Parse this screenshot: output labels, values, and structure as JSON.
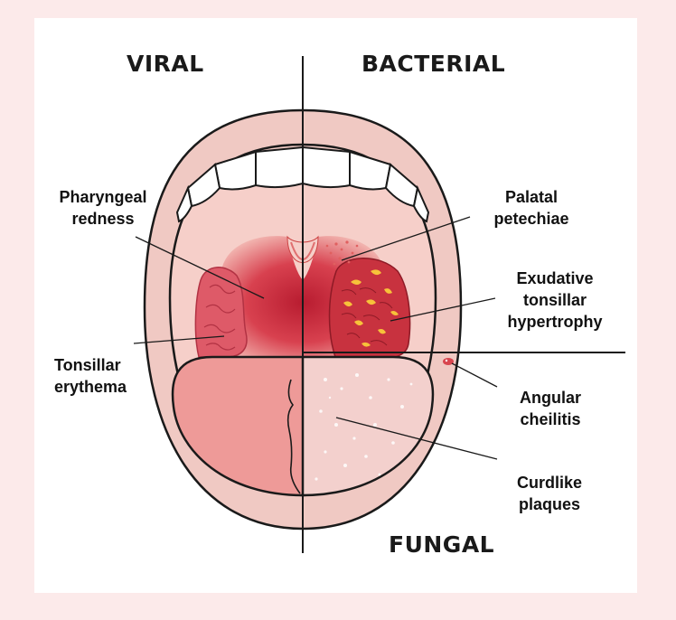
{
  "headings": {
    "viral": "VIRAL",
    "bacterial": "BACTERIAL",
    "fungal": "FUNGAL"
  },
  "labels": {
    "pharyngeal_redness": [
      "Pharyngeal",
      "redness"
    ],
    "palatal_petechiae": [
      "Palatal",
      "petechiae"
    ],
    "exudative_tonsillar_hypertrophy": [
      "Exudative",
      "tonsillar",
      "hypertrophy"
    ],
    "tonsillar_erythema": [
      "Tonsillar",
      "erythema"
    ],
    "angular_cheilitis": [
      "Angular",
      "cheilitis"
    ],
    "curdlike_plaques": [
      "Curdlike",
      "plaques"
    ]
  },
  "colors": {
    "page_background": "#fceaea",
    "lip": "#f0c9c3",
    "mouth_interior": "#f6cfc9",
    "throat_red": "#c42a3a",
    "tonsil_viral": "#de5a68",
    "tonsil_bacterial": "#c8323f",
    "exudate": "#f7c23a",
    "tongue": "#ee9a98",
    "fungal_plaque": "#f3d0cd",
    "teeth": "#ffffff",
    "outline": "#1a1a1a"
  }
}
